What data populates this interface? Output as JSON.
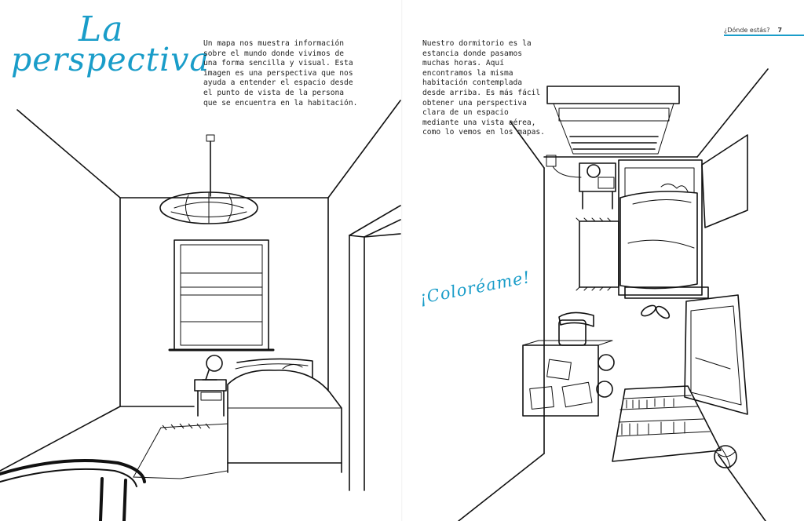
{
  "title": {
    "line1": "La",
    "line2": "perspectiva"
  },
  "paragraph_left": "Un mapa nos muestra información sobre el mundo donde vivimos de una forma sencilla y visual. Esta imagen es una perspectiva que nos ayuda a entender el espacio desde el punto de vista de la persona que se encuentra en la habitación.",
  "paragraph_right": "Nuestro dormitorio es la estancia donde pasamos muchas horas. Aquí encontramos la misma habitación contemplada desde arriba. Es más fácil obtener una perspectiva clara de un espacio mediante una vista aérea, como lo vemos en los mapas.",
  "header": {
    "section": "¿Dónde estás?",
    "page_number": "7"
  },
  "callout": "¡Coloréame!",
  "colors": {
    "accent": "#1a9dc9",
    "ink": "#111111"
  }
}
